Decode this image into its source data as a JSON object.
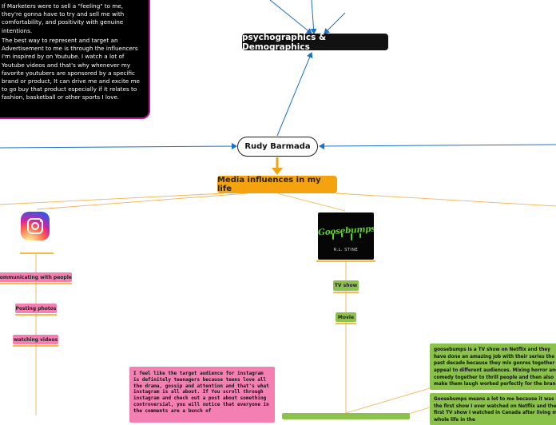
{
  "quote": {
    "paragraph_1": " If Marketers were to sell a \"feeling\" to me, they're gonna have to try and sell me with comfortability, and positivity with genuine intentions.",
    "paragraph_2": " The best way to represent and target an Advertisement to me is through the influencers I'm inspired by on Youtube.  I watch a lot of Youtube videos and that's why whenever my favorite youtubers are sponsored by a specific brand or product, It can drive me and excite me to go buy that product especially if it relates to fashion, basketball or other sports I love."
  },
  "nodes": {
    "psychographics": "psychographics & Demographics",
    "root": "Rudy Barmada",
    "media": "Media influences in my life"
  },
  "instagram": {
    "icon": "instagram-icon",
    "tags": [
      "communicating with people",
      "Posting photos",
      "watching videos"
    ],
    "note": "I feel like the target audience for instagram is definitely teenagers because teens love all the drama, gossip and attention and that's what instagram is all about. If You scroll through instagram and check out a post about something controversial, you will notice that everyone in the comments are a bunch of"
  },
  "goosebumps": {
    "logo_title": "Goosebumps",
    "logo_author": "R.L. STINE",
    "tags": [
      "TV show",
      "Movie"
    ],
    "box_1": "goosebumps is a TV show on Netflix and they have done an amazing job with their series the past decade because they mix genres together to appeal to different audiences. Mixing horror and comedy together to thrill people and then also make them laugh worked perfectly for the brand",
    "box_2": "Goosebumps means a lot to me because it was the first show I ever watched on Netflix and the first TV show I watched in Canada after living my whole life in the"
  },
  "colors": {
    "pink": "#f47fb3",
    "green": "#8bc34a",
    "orange": "#f5a20f",
    "blue_line": "#1a6fc8",
    "orange_line": "#f5b455"
  }
}
